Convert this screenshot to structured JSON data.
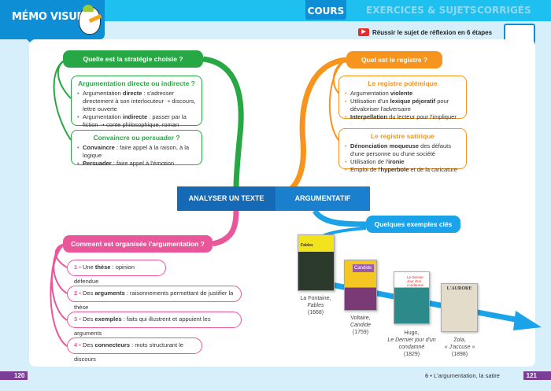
{
  "header": {
    "memo_title": "MÉMO VISUEL",
    "tabs": [
      "COURS",
      "EXERCICES & SUJETS",
      "CORRIGÉS"
    ],
    "active_tab": "COURS",
    "video_label": "Réussir le sujet de réflexion en 6 étapes",
    "video_icon": "video-play-icon",
    "qr_icon": "qr-code-icon"
  },
  "center": {
    "left": "ANALYSER UN TEXTE",
    "right": "ARGUMENTATIF"
  },
  "strategy": {
    "title": "Quelle est la stratégie choisie ?",
    "color": "#27a844",
    "boxes": [
      {
        "title": "Argumentation directe ou indirecte ?",
        "items": [
          [
            "Argumentation ",
            "directe",
            " : s'adresser directement à son interlocuteur ➝ discours, lettre ouverte"
          ],
          [
            "Argumentation ",
            "indirecte",
            " : passer par la fiction ➝ conte philosophique, roman"
          ]
        ]
      },
      {
        "title": "Convaincre ou persuader ?",
        "items": [
          [
            "",
            "Convaincre",
            " : faire appel à la raison, à la logique"
          ],
          [
            "",
            "Persuader",
            " : faire appel à l'émotion"
          ]
        ]
      }
    ]
  },
  "registre": {
    "title": "Quel est le registre ?",
    "color": "#f7941d",
    "boxes": [
      {
        "title": "Le registre polémique",
        "items": [
          [
            "Argumentation ",
            "violente",
            ""
          ],
          [
            "Utilisation d'un ",
            "lexique péjoratif",
            " pour dévaloriser l'adversaire"
          ],
          [
            "",
            "Interpellation",
            " du lecteur pour l'impliquer"
          ]
        ]
      },
      {
        "title": "Le registre satirique",
        "items": [
          [
            "",
            "Dénonciation moqueuse",
            " des défauts d'une personne ou d'une société"
          ],
          [
            "Utilisation de l'",
            "ironie",
            ""
          ],
          [
            "Emploi de l'",
            "hyperbole",
            " et de la caricature"
          ]
        ]
      }
    ]
  },
  "organisation": {
    "title": "Comment est organisée l'argumentation ?",
    "color": "#e9579a",
    "items": [
      {
        "n": "1",
        "pre": "Une ",
        "b": "thèse",
        "post": " : opinion défendue"
      },
      {
        "n": "2",
        "pre": "Des ",
        "b": "arguments",
        "post": " : raisonnements permettant de justifier la thèse"
      },
      {
        "n": "3",
        "pre": "Des ",
        "b": "exemples",
        "post": " : faits qui illustrent et appuient les arguments"
      },
      {
        "n": "4",
        "pre": "Des ",
        "b": "connecteurs",
        "post": " : mots structurant le discours"
      }
    ]
  },
  "exemples": {
    "title": "Quelques exemples clés",
    "color": "#1aa3e8",
    "books": [
      {
        "author": "La Fontaine,",
        "work": "Fables",
        "year": "(1668)",
        "cover_title": "Fables"
      },
      {
        "author": "Voltaire,",
        "work": "Candide",
        "year": "(1759)",
        "cover_title": "Candide"
      },
      {
        "author": "Hugo,",
        "work": "Le Dernier jour d'un condamné",
        "year": "(1829)",
        "cover_title": "Le Dernier Jour d'un condamné"
      },
      {
        "author": "Zola,",
        "work": "« J'accuse »",
        "year": "(1898)",
        "cover_title": "L'AURORE"
      }
    ]
  },
  "footer": {
    "left_page": "120",
    "right_page": "121",
    "chapter_num": "6",
    "chapter": " • L'argumentation, la satire"
  }
}
